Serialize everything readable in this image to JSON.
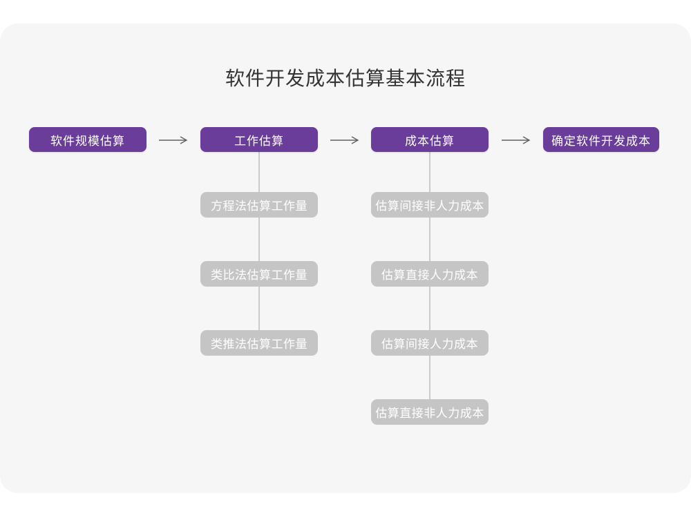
{
  "title": "软件开发成本估算基本流程",
  "flow": {
    "stages": [
      {
        "label": "软件规模估算"
      },
      {
        "label": "工作估算"
      },
      {
        "label": "成本估算"
      },
      {
        "label": "确定软件开发成本"
      }
    ],
    "work_estimation_methods": [
      "方程法估算工作量",
      "类比法估算工作量",
      "类推法估算工作量"
    ],
    "cost_estimation_steps": [
      "估算间接非人力成本",
      "估算直接人力成本",
      "估算间接人力成本",
      "估算直接非人力成本"
    ]
  },
  "colors": {
    "stage_fill": "#6a3d9a",
    "sub_box_fill": "#c5c5c5",
    "card_background": "#f6f6f7",
    "page_background": "#ffffff",
    "arrow_stroke": "#5f5f5f",
    "connector_line": "#cbcbcb",
    "title_text": "#333333",
    "box_text": "#ffffff"
  }
}
